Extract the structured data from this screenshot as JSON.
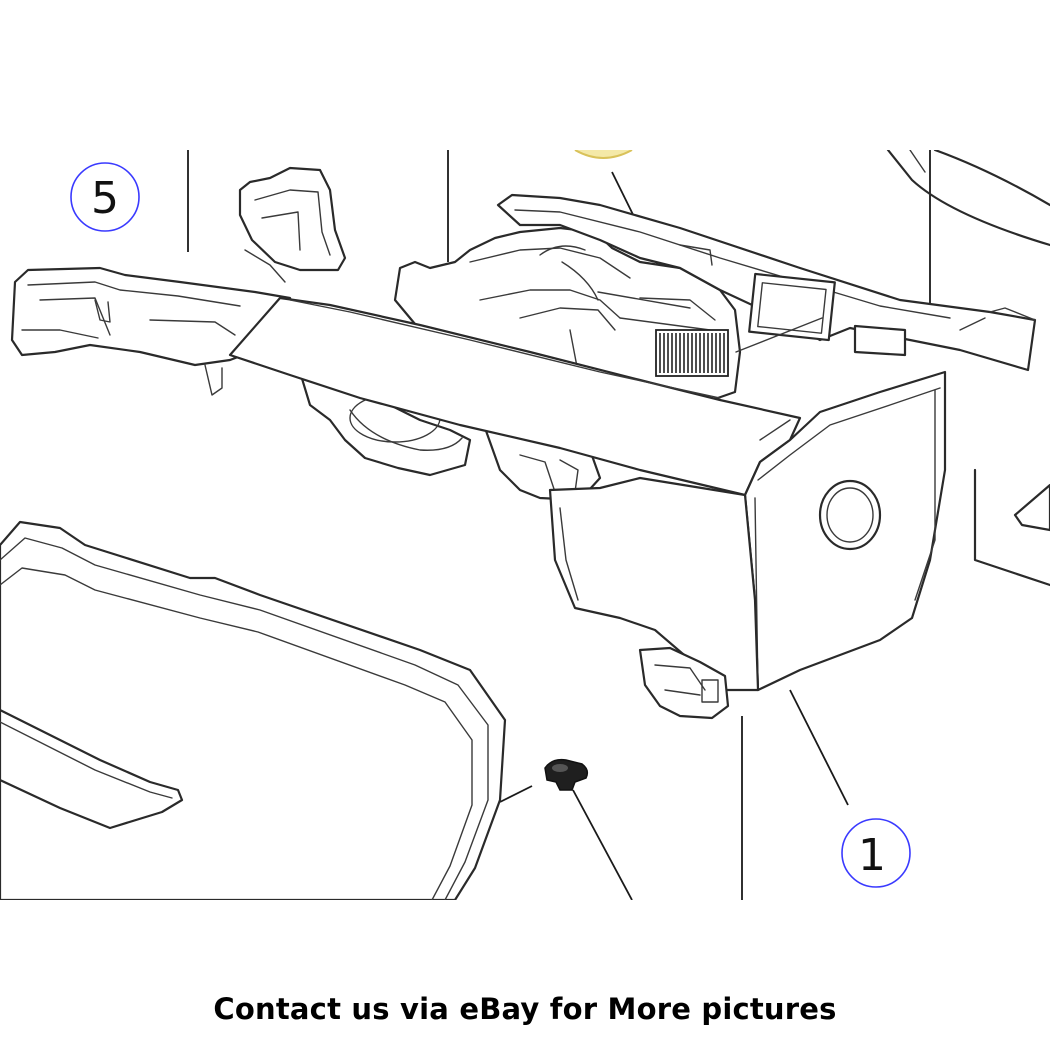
{
  "callouts": {
    "part_5": "5",
    "part_1": "1"
  },
  "caption": "Contact us via eBay for More pictures",
  "colors": {
    "line": "#2a2a2a",
    "callout_ring": "#3a3aff",
    "callout_ring_partial": "#e8d070",
    "caption_text": "#000000"
  }
}
